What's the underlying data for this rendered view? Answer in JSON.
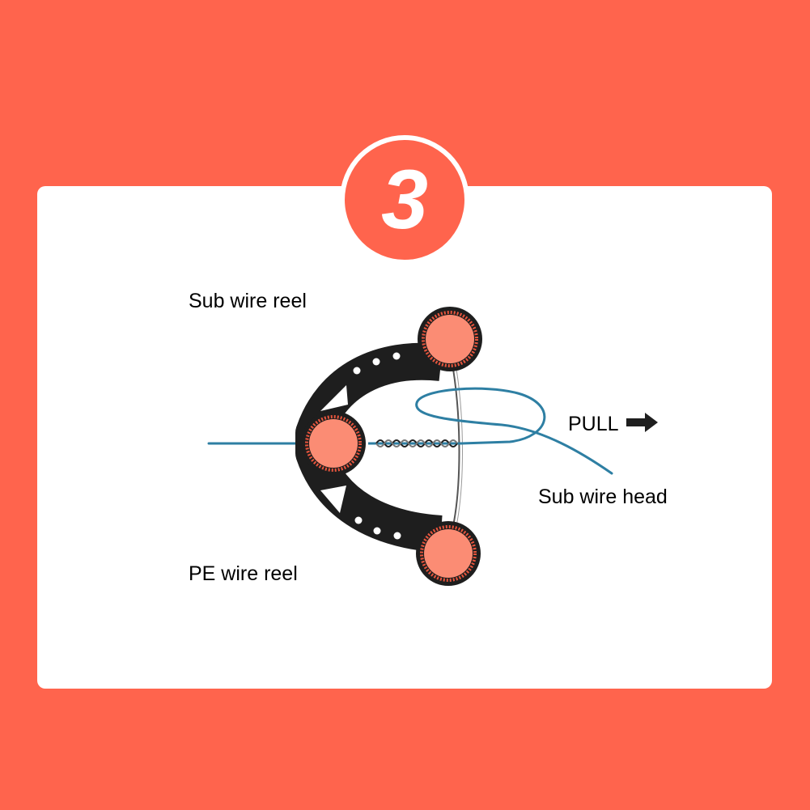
{
  "step": {
    "number": "3"
  },
  "labels": {
    "sub_wire_reel": "Sub wire reel",
    "pe_wire_reel": "PE wire reel",
    "pull": "PULL",
    "sub_wire_head": "Sub wire head"
  },
  "colors": {
    "background": "#ff644d",
    "card": "#ffffff",
    "reel_fill": "#fb8c74",
    "reel_teeth": "#e8553d",
    "tool_body": "#1e1e1e",
    "line": "#2e7fa3",
    "sub_wire": "#555555",
    "text": "#000000"
  },
  "icons": {
    "pull_arrow": "arrow-right-icon"
  }
}
